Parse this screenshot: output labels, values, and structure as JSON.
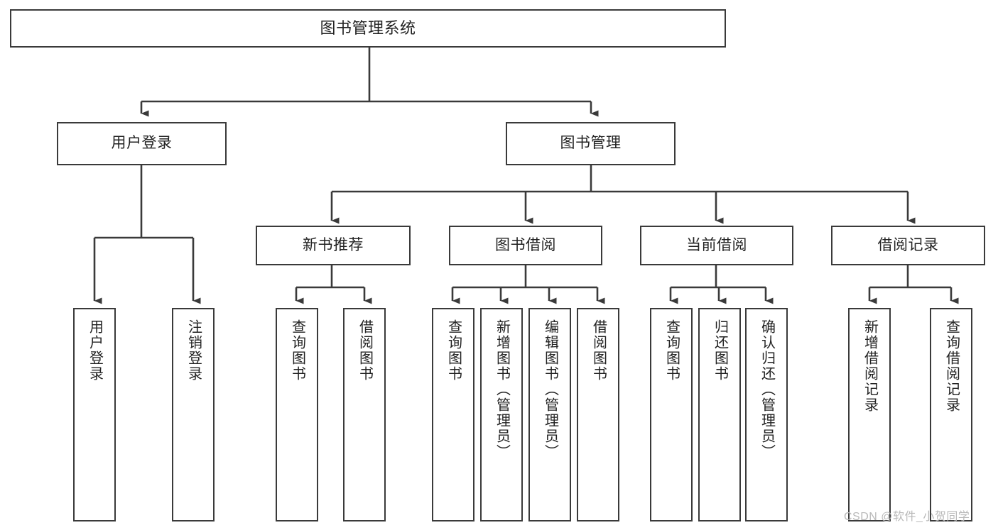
{
  "diagram": {
    "type": "tree-hierarchy",
    "title": "图书管理系统",
    "orientation": "top-down",
    "colors": {
      "background": "#ffffff",
      "box_border": "#3a3a3a",
      "box_fill": "#ffffff",
      "text": "#222222",
      "edge": "#3a3a3a",
      "watermark": "#b9b9b9"
    },
    "root": {
      "label": "图书管理系统"
    },
    "level1": [
      {
        "id": "user-login",
        "label": "用户登录"
      },
      {
        "id": "book-manage",
        "label": "图书管理"
      }
    ],
    "level2": [
      {
        "id": "new-book-rec",
        "label": "新书推荐",
        "parent": "book-manage"
      },
      {
        "id": "book-borrow",
        "label": "图书借阅",
        "parent": "book-manage"
      },
      {
        "id": "current-borrow",
        "label": "当前借阅",
        "parent": "book-manage"
      },
      {
        "id": "borrow-record",
        "label": "借阅记录",
        "parent": "book-manage"
      }
    ],
    "leaves": [
      {
        "id": "leaf-user-login",
        "label": "用户登录",
        "parent": "user-login"
      },
      {
        "id": "leaf-logout",
        "label": "注销登录",
        "parent": "user-login"
      },
      {
        "id": "leaf-query-book-1",
        "label": "查询图书",
        "parent": "new-book-rec"
      },
      {
        "id": "leaf-borrow-book-1",
        "label": "借阅图书",
        "parent": "new-book-rec"
      },
      {
        "id": "leaf-query-book-2",
        "label": "查询图书",
        "parent": "book-borrow"
      },
      {
        "id": "leaf-add-book",
        "label": "新增图书（管理员）",
        "parent": "book-borrow"
      },
      {
        "id": "leaf-edit-book",
        "label": "编辑图书（管理员）",
        "parent": "book-borrow"
      },
      {
        "id": "leaf-borrow-book-2",
        "label": "借阅图书",
        "parent": "book-borrow"
      },
      {
        "id": "leaf-query-book-3",
        "label": "查询图书",
        "parent": "current-borrow"
      },
      {
        "id": "leaf-return-book",
        "label": "归还图书",
        "parent": "current-borrow"
      },
      {
        "id": "leaf-confirm-return",
        "label": "确认归还（管理员）",
        "parent": "current-borrow"
      },
      {
        "id": "leaf-add-record",
        "label": "新增借阅记录",
        "parent": "borrow-record"
      },
      {
        "id": "leaf-query-record",
        "label": "查询借阅记录",
        "parent": "borrow-record"
      }
    ],
    "watermark": "CSDN @软件_小贺同学"
  }
}
